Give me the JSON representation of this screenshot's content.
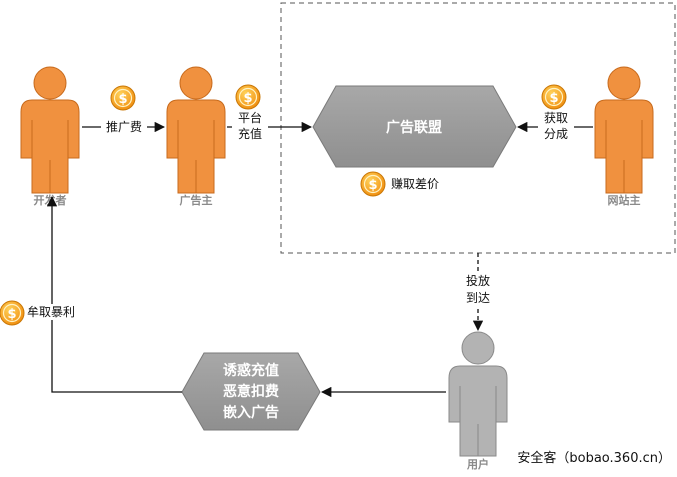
{
  "actors": {
    "developer": "开发者",
    "advertiser": "广告主",
    "webmaster": "网站主",
    "user": "用户"
  },
  "edges": {
    "promotion_fee": "推广费",
    "platform_recharge": [
      "平台",
      "充值"
    ],
    "revenue_share": [
      "获取",
      "分成"
    ],
    "delivery": [
      "投放",
      "到达"
    ],
    "huge_profit": "牟取暴利"
  },
  "ad_alliance": {
    "title": "广告联盟",
    "note": "赚取差价"
  },
  "malicious_box": {
    "lines": [
      "诱惑充值",
      "恶意扣费",
      "嵌入广告"
    ]
  },
  "watermark": "安全客（bobao.360.cn）",
  "colors": {
    "person": "#f0913f",
    "person_stroke": "#c76a1c",
    "user": "#b3b3b3",
    "user_stroke": "#8a8a8a",
    "hexagon": "#9b9b9b",
    "coin": "#f4a21a",
    "text_muted": "#8a8a8a"
  },
  "icons": {
    "coin": "dollar-coin-icon",
    "person": "person-icon"
  }
}
